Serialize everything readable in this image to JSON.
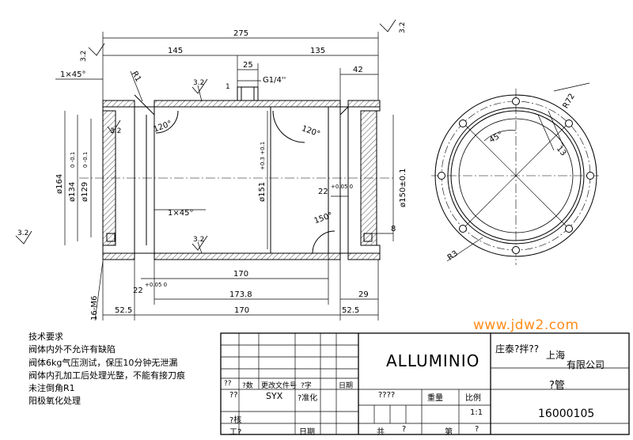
{
  "dimensions": {
    "overall_length": "275",
    "left_length": "145",
    "right_length": "135",
    "port_width": "25",
    "port_thread": "G1/4''",
    "right_offset": "42",
    "chamfer_top": "1×45°",
    "chamfer_inner": "1×45°",
    "radius_r1": "R1",
    "dia_164": "ø164",
    "dia_134": "ø134",
    "dia_134_tol": "0 -0.1",
    "dia_129": "ø129",
    "dia_129_tol": "0 -0.1",
    "dia_151": "ø151",
    "dia_151_tol": "+0.3 +0.1",
    "dia_150": "ø150±0.1",
    "angle_120_left": "120°",
    "angle_120_right": "120°",
    "angle_150": "150°",
    "groove_22_right": "22",
    "groove_22_right_tol": "+0.05 0",
    "groove_22_left": "22",
    "groove_22_left_tol": "+0.05 0",
    "length_170_inner": "170",
    "length_173_8": "173.8",
    "length_170_bottom": "170",
    "left_52_5": "52.5",
    "right_52_5": "52.5",
    "dim_29": "29",
    "dim_8": "8",
    "thread_m6": "16-M6",
    "roughness": "3.2",
    "roughness_corner": "3.2",
    "dim_1": "1"
  },
  "end_view": {
    "radius_r72": "R72",
    "radius_r3": "R3",
    "angle_45": "45°",
    "dim_13": "13"
  },
  "technical_requirements": {
    "title": "技术要求",
    "items": [
      "阀体内外不允许有缺陷",
      "阀体6kg气压测试，保压10分钟无泄漏",
      "阀体内孔加工后处理光整，不能有接刀痕",
      "未注倒角R1",
      "阳极氧化处理"
    ]
  },
  "watermark": "www.jdw2.com",
  "title_block": {
    "material": "ALLUMINIO",
    "company_part1": "庄泰?拌??",
    "company_part2": "上海",
    "company_part3": "有限公司",
    "part_name": "?管",
    "drawing_number": "16000105",
    "rev_cells": [
      "??",
      "?数",
      "更改文件号",
      "?字",
      "日期"
    ],
    "designer_label": "??",
    "designer_name": "SYX",
    "standard_label": "?准化",
    "checker_label": "?核",
    "process_label": "工?",
    "date_label": "日期",
    "stage_label": "????",
    "weight_label": "重量",
    "scale_label": "比例",
    "scale_value": "1:1",
    "total_label": "共",
    "total_unit": "?",
    "sheet_label": "第",
    "sheet_unit": "?"
  }
}
